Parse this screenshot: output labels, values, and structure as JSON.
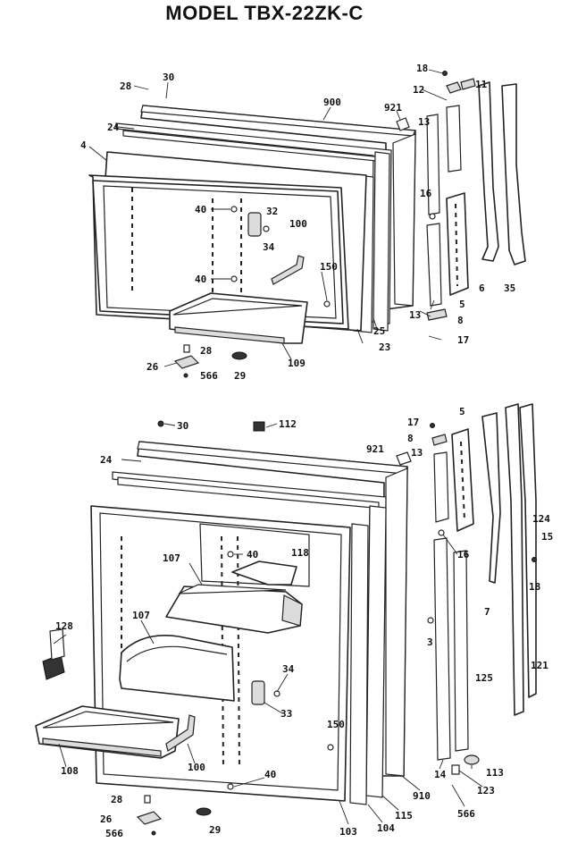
{
  "title": "MODEL TBX-22ZK-C",
  "freezer_door_labels": {
    "p28": "28",
    "p30": "30",
    "p900": "900",
    "p921": "921",
    "p18": "18",
    "p12": "12",
    "p11": "11",
    "p24": "24",
    "p4": "4",
    "p40a": "40",
    "p32": "32",
    "p34": "34",
    "p100": "100",
    "p16": "16",
    "p13a": "13",
    "p40b": "40",
    "p150": "150",
    "p6": "6",
    "p35": "35",
    "p5": "5",
    "p13b": "13",
    "p8": "8",
    "p17": "17",
    "p25": "25",
    "p23": "23",
    "p109": "109",
    "p28b": "28",
    "p26": "26",
    "p566": "566",
    "p29": "29"
  },
  "fresh_food_door_labels": {
    "p30": "30",
    "p112": "112",
    "p17": "17",
    "p5": "5",
    "p8": "8",
    "p921": "921",
    "p13": "13",
    "p24": "24",
    "p107a": "107",
    "p40a": "40",
    "p118": "118",
    "p16": "16",
    "p124": "124",
    "p15": "15",
    "p18": "18",
    "p7": "7",
    "p128": "128",
    "p107b": "107",
    "p3": "3",
    "p121": "121",
    "p125": "125",
    "p34": "34",
    "p33": "33",
    "p150": "150",
    "p108": "108",
    "p100": "100",
    "p40b": "40",
    "p14": "14",
    "p113": "113",
    "p910": "910",
    "p123": "123",
    "p28": "28",
    "p26": "26",
    "p566": "566",
    "p29": "29",
    "p103": "103",
    "p104": "104",
    "p115": "115"
  }
}
